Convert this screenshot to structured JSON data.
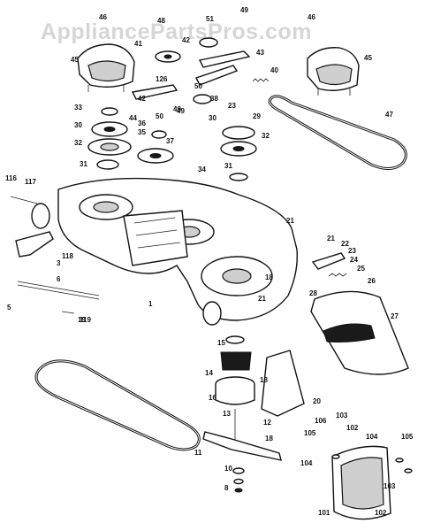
{
  "watermark": "AppliancePartsPros.com",
  "callouts": [
    {
      "id": "c1",
      "label": "1"
    },
    {
      "id": "c3",
      "label": "3"
    },
    {
      "id": "c5",
      "label": "5"
    },
    {
      "id": "c6",
      "label": "6"
    },
    {
      "id": "c8",
      "label": "8"
    },
    {
      "id": "c10",
      "label": "10"
    },
    {
      "id": "c11",
      "label": "11"
    },
    {
      "id": "c12",
      "label": "12"
    },
    {
      "id": "c13",
      "label": "13"
    },
    {
      "id": "c14",
      "label": "14"
    },
    {
      "id": "c15",
      "label": "15"
    },
    {
      "id": "c16",
      "label": "16"
    },
    {
      "id": "c18a",
      "label": "18"
    },
    {
      "id": "c18b",
      "label": "18"
    },
    {
      "id": "c18c",
      "label": "18"
    },
    {
      "id": "c19",
      "label": "19"
    },
    {
      "id": "c20",
      "label": "20"
    },
    {
      "id": "c21a",
      "label": "21"
    },
    {
      "id": "c21b",
      "label": "21"
    },
    {
      "id": "c21c",
      "label": "21"
    },
    {
      "id": "c22",
      "label": "22"
    },
    {
      "id": "c23a",
      "label": "23"
    },
    {
      "id": "c23b",
      "label": "23"
    },
    {
      "id": "c24",
      "label": "24"
    },
    {
      "id": "c25",
      "label": "25"
    },
    {
      "id": "c26",
      "label": "26"
    },
    {
      "id": "c27",
      "label": "27"
    },
    {
      "id": "c28",
      "label": "28"
    },
    {
      "id": "c29",
      "label": "29"
    },
    {
      "id": "c30a",
      "label": "30"
    },
    {
      "id": "c30b",
      "label": "30"
    },
    {
      "id": "c31a",
      "label": "31"
    },
    {
      "id": "c31b",
      "label": "31"
    },
    {
      "id": "c32a",
      "label": "32"
    },
    {
      "id": "c32b",
      "label": "32"
    },
    {
      "id": "c33",
      "label": "33"
    },
    {
      "id": "c34",
      "label": "34"
    },
    {
      "id": "c35",
      "label": "35"
    },
    {
      "id": "c36",
      "label": "36"
    },
    {
      "id": "c37",
      "label": "37"
    },
    {
      "id": "c38",
      "label": "38"
    },
    {
      "id": "c40",
      "label": "40"
    },
    {
      "id": "c41",
      "label": "41"
    },
    {
      "id": "c42a",
      "label": "42"
    },
    {
      "id": "c42b",
      "label": "42"
    },
    {
      "id": "c43",
      "label": "43"
    },
    {
      "id": "c44",
      "label": "44"
    },
    {
      "id": "c45a",
      "label": "45"
    },
    {
      "id": "c45b",
      "label": "45"
    },
    {
      "id": "c46a",
      "label": "46"
    },
    {
      "id": "c46b",
      "label": "46"
    },
    {
      "id": "c47",
      "label": "47"
    },
    {
      "id": "c48",
      "label": "48"
    },
    {
      "id": "c49a",
      "label": "49"
    },
    {
      "id": "c49b",
      "label": "49"
    },
    {
      "id": "c49c",
      "label": "49"
    },
    {
      "id": "c50a",
      "label": "50"
    },
    {
      "id": "c50b",
      "label": "50"
    },
    {
      "id": "c51",
      "label": "51"
    },
    {
      "id": "c101",
      "label": "101"
    },
    {
      "id": "c102a",
      "label": "102"
    },
    {
      "id": "c102b",
      "label": "102"
    },
    {
      "id": "c103a",
      "label": "103"
    },
    {
      "id": "c103b",
      "label": "103"
    },
    {
      "id": "c104a",
      "label": "104"
    },
    {
      "id": "c104b",
      "label": "104"
    },
    {
      "id": "c105a",
      "label": "105"
    },
    {
      "id": "c105b",
      "label": "105"
    },
    {
      "id": "c106",
      "label": "106"
    },
    {
      "id": "c116",
      "label": "116"
    },
    {
      "id": "c117",
      "label": "117"
    },
    {
      "id": "c118",
      "label": "118"
    },
    {
      "id": "c119",
      "label": "119"
    },
    {
      "id": "c126",
      "label": "126"
    }
  ]
}
